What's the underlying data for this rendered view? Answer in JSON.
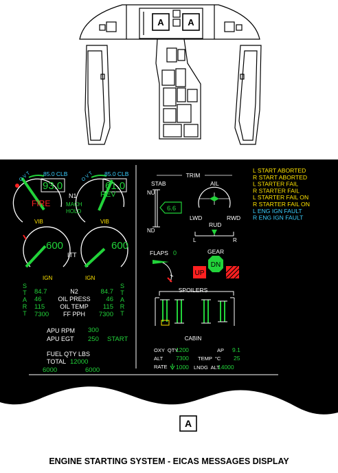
{
  "colors": {
    "green": "#22d33a",
    "cyan": "#3bd0ff",
    "yellow": "#ffe400",
    "red": "#ff2020",
    "white": "#ffffff",
    "panel": "#000000"
  },
  "cockpit": {
    "panel_label_left": "A",
    "panel_label_right": "A"
  },
  "eicas": {
    "n1": {
      "left": {
        "mode": "85.0 CLB",
        "value": "93.0",
        "status": "FIRE",
        "vib": "VIB"
      },
      "right": {
        "mode": "85.0 CLB",
        "value": "61.0",
        "status": "REV",
        "vib": "VIB"
      },
      "label": "N1",
      "mach_hold_1": "MACH",
      "mach_hold_2": "HOLD",
      "ovt": "OVT"
    },
    "itt": {
      "left": "600",
      "right": "600",
      "label": "ITT",
      "ign_left": "IGN",
      "ign_right": "IGN"
    },
    "start_word": "START",
    "n2_table": {
      "rows": [
        {
          "left": "84.7",
          "label": "N2",
          "right": "84.7"
        },
        {
          "left": "46",
          "label": "OIL PRESS",
          "right": "46"
        },
        {
          "left": "115",
          "label": "OIL TEMP",
          "right": "115"
        },
        {
          "left": "7300",
          "label": "FF PPH",
          "right": "7300"
        }
      ]
    },
    "apu": {
      "rpm_label": "APU RPM",
      "rpm_value": "300",
      "egt_label": "APU EGT",
      "egt_value": "250",
      "status": "START"
    },
    "fuel": {
      "title": "FUEL QTY LBS",
      "total_label": "TOTAL",
      "total_value": "12000",
      "left": "6000",
      "right": "6000"
    },
    "trim": {
      "title": "TRIM",
      "stab": "STAB",
      "nu": "NU",
      "nd": "ND",
      "stab_value": "6.6",
      "ail": "AIL",
      "lwd": "LWD",
      "rwd": "RWD",
      "rud": "RUD",
      "l": "L",
      "r": "R"
    },
    "flaps": {
      "label": "FLAPS",
      "value": "0"
    },
    "gear": {
      "label": "GEAR",
      "up": "UP",
      "dn": "DN"
    },
    "spoilers": {
      "label": "SPOILERS"
    },
    "cabin": {
      "title": "CABIN",
      "oxy_label": "OXY  QTY",
      "oxy_value": "1200",
      "ap_label": "AP",
      "ap_value": "9.1",
      "alt_label": "ALT",
      "alt_value": "7300",
      "temp_label": "TEMP  °C",
      "temp_value": "25",
      "rate_label": "RATE",
      "rate_value": "1000",
      "lndg_label": "LNDG  ALT",
      "lndg_value": "14000"
    },
    "messages": [
      {
        "text": "L START ABORTED",
        "color": "#ffe400"
      },
      {
        "text": "R START ABORTED",
        "color": "#ffe400"
      },
      {
        "text": "L STARTER FAIL",
        "color": "#ffe400"
      },
      {
        "text": "R STARTER FAIL",
        "color": "#ffe400"
      },
      {
        "text": "L STARTER FAIL ON",
        "color": "#ffe400"
      },
      {
        "text": "R STARTER FAIL ON",
        "color": "#ffe400"
      },
      {
        "text": "L ENG IGN FAULT",
        "color": "#3bd0ff"
      },
      {
        "text": "R ENG IGN FAULT",
        "color": "#3bd0ff"
      }
    ]
  },
  "detail_label": "A",
  "caption": "ENGINE STARTING SYSTEM - EICAS MESSAGES DISPLAY"
}
